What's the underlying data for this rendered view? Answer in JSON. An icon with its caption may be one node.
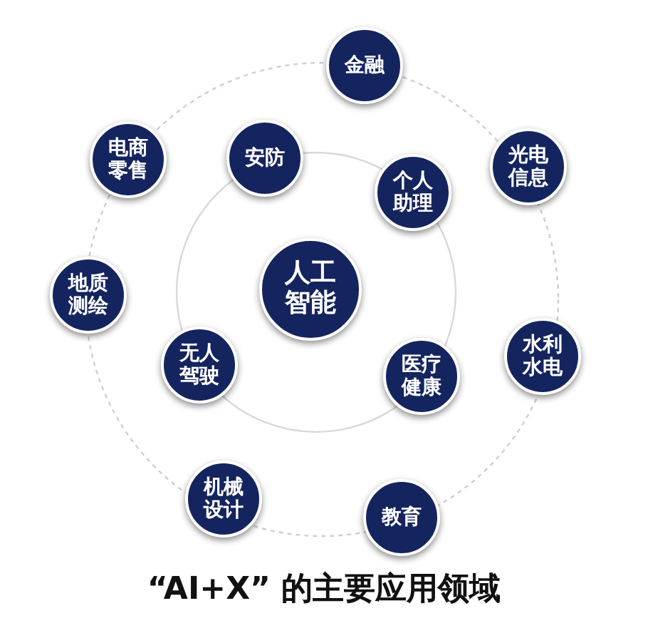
{
  "diagram": {
    "title": "“AI+X” 的主要应用领域",
    "nodes": [
      {
        "text": [
          "金融"
        ]
      },
      {
        "text": [
          "电商零售"
        ]
      },
      {
        "text": [
          "光电信息"
        ]
      },
      {
        "text": [
          "安防"
        ]
      },
      {
        "text": [
          "个人助理"
        ]
      },
      {
        "text": [
          "人工智能"
        ]
      },
      {
        "text": [
          "地质测绘"
        ]
      },
      {
        "text": [
          "无人驾驶"
        ]
      },
      {
        "text": [
          "水利水电"
        ]
      },
      {
        "text": [
          "医疗健康"
        ]
      },
      {
        "text": [
          "机械设计"
        ]
      },
      {
        "text": [
          "教育"
        ]
      }
    ]
  }
}
